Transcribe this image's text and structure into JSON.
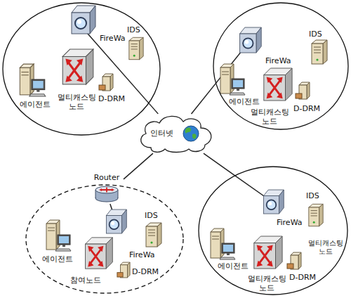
{
  "diagram": {
    "nodes": [
      {
        "text": [
          "IDS",
          "FireWa",
          "에이전트",
          "멀티캐스팅 노드",
          "D-DRM"
        ]
      },
      {
        "text": [
          "IDS",
          "FireWa",
          "에이전트",
          "멀티캐스팅 노드",
          "D-DRM"
        ]
      },
      {
        "text": [
          "인터넷"
        ]
      },
      {
        "text": [
          "Router"
        ]
      },
      {
        "text": [
          "IDS",
          "FireWa",
          "에이전트",
          "참여노드",
          "D-DRM"
        ]
      },
      {
        "text": [
          "IDS",
          "FireWa",
          "멀티캐스팅 노드",
          "에이전트",
          "멀티캐스팅 노드",
          "D-DRM"
        ]
      }
    ],
    "edges": [
      {
        "from": 0,
        "to": 2,
        "arrow": "none"
      },
      {
        "from": 1,
        "to": 2,
        "arrow": "none"
      },
      {
        "from": 3,
        "to": 2,
        "arrow": "none"
      },
      {
        "from": 3,
        "to": 4,
        "arrow": "none"
      },
      {
        "from": 5,
        "to": 2,
        "arrow": "none"
      }
    ]
  }
}
